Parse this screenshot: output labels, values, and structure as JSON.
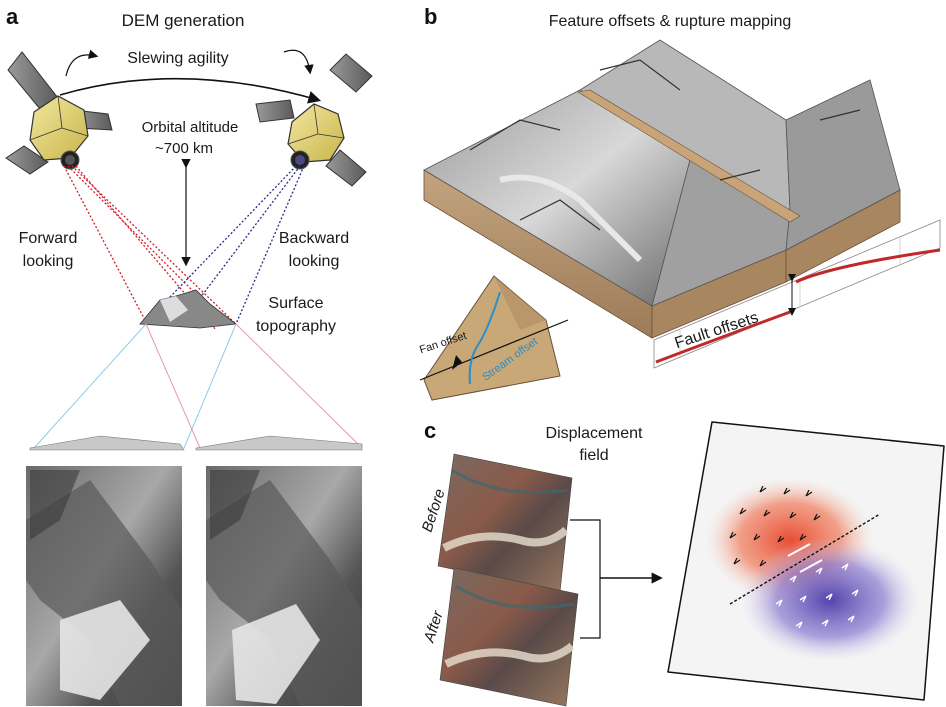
{
  "panels": {
    "a": {
      "letter": "a",
      "title": "DEM generation",
      "slewing": "Slewing agility",
      "altitude_line1": "Orbital altitude",
      "altitude_line2": "~700 km",
      "forward_line1": "Forward",
      "forward_line2": "looking",
      "backward_line1": "Backward",
      "backward_line2": "looking",
      "surface_line1": "Surface",
      "surface_line2": "topography"
    },
    "b": {
      "letter": "b",
      "title": "Feature offsets & rupture mapping",
      "fan_offset": "Fan offset",
      "stream_offset": "Stream offset",
      "fault_offsets": "Fault offsets"
    },
    "c": {
      "letter": "c",
      "title_line1": "Displacement",
      "title_line2": "field",
      "before": "Before",
      "after": "After"
    }
  },
  "colors": {
    "forward_rays": "#d0202a",
    "backward_rays": "#2a2a8a",
    "light_blue_rays": "#8ecde8",
    "light_red_rays": "#e89aa8",
    "terrain_brown": "#b89874",
    "fault_red": "#c0282a",
    "stream_blue": "#2a8cc8",
    "uplift_red": "#e8502a",
    "downthrow_blue": "#5a4ab0"
  }
}
